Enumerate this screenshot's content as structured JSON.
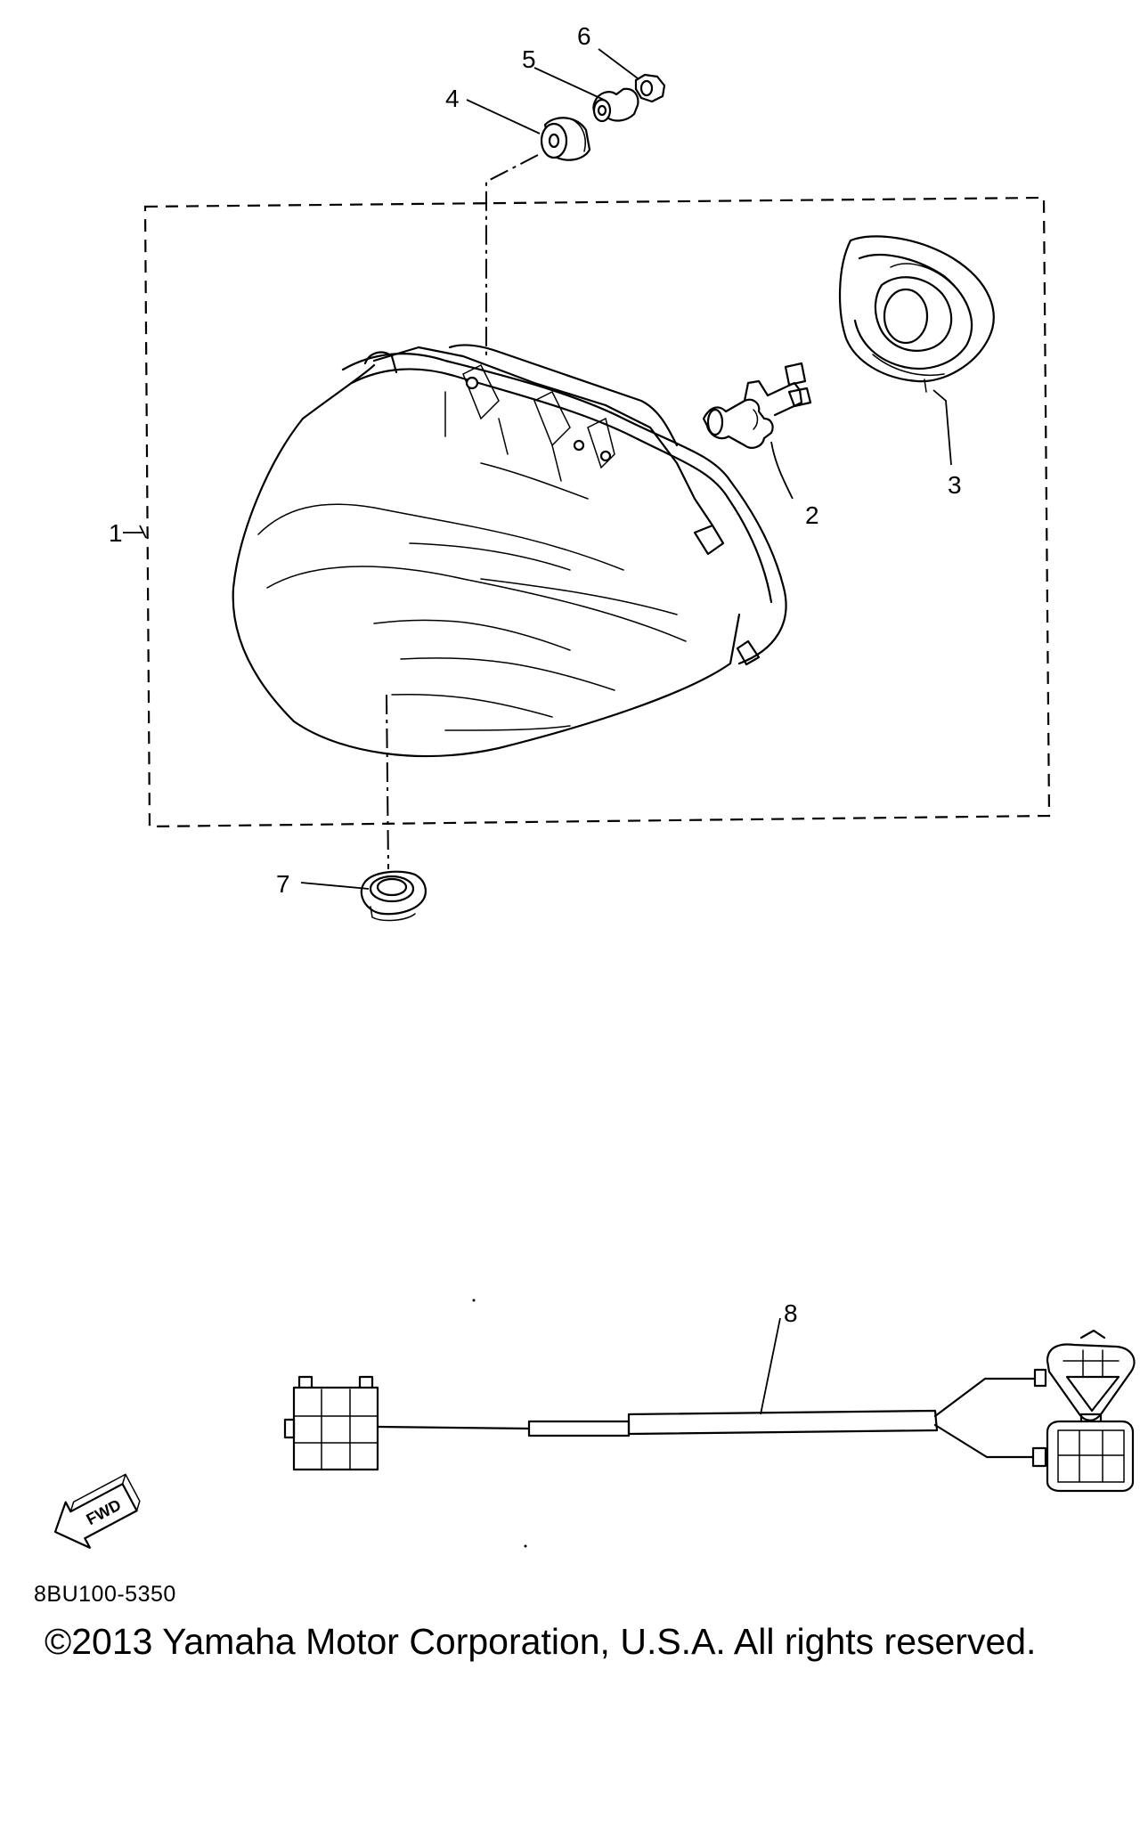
{
  "diagram": {
    "callouts": {
      "c1": "1",
      "c2": "2",
      "c3": "3",
      "c4": "4",
      "c5": "5",
      "c6": "6",
      "c7": "7",
      "c8": "8"
    },
    "fwd_label": "FWD",
    "diagram_code": "8BU100-5350",
    "copyright": "©2013 Yamaha Motor Corporation, U.S.A. All rights reserved.",
    "parts": [
      {
        "ref": "1",
        "icon": "headlight-assembly-icon"
      },
      {
        "ref": "2",
        "icon": "halogen-bulb-icon"
      },
      {
        "ref": "3",
        "icon": "bulb-cover-icon"
      },
      {
        "ref": "4",
        "icon": "grommet-icon"
      },
      {
        "ref": "5",
        "icon": "collar-icon"
      },
      {
        "ref": "6",
        "icon": "nut-icon"
      },
      {
        "ref": "7",
        "icon": "cap-icon"
      },
      {
        "ref": "8",
        "icon": "wire-harness-icon"
      }
    ]
  }
}
